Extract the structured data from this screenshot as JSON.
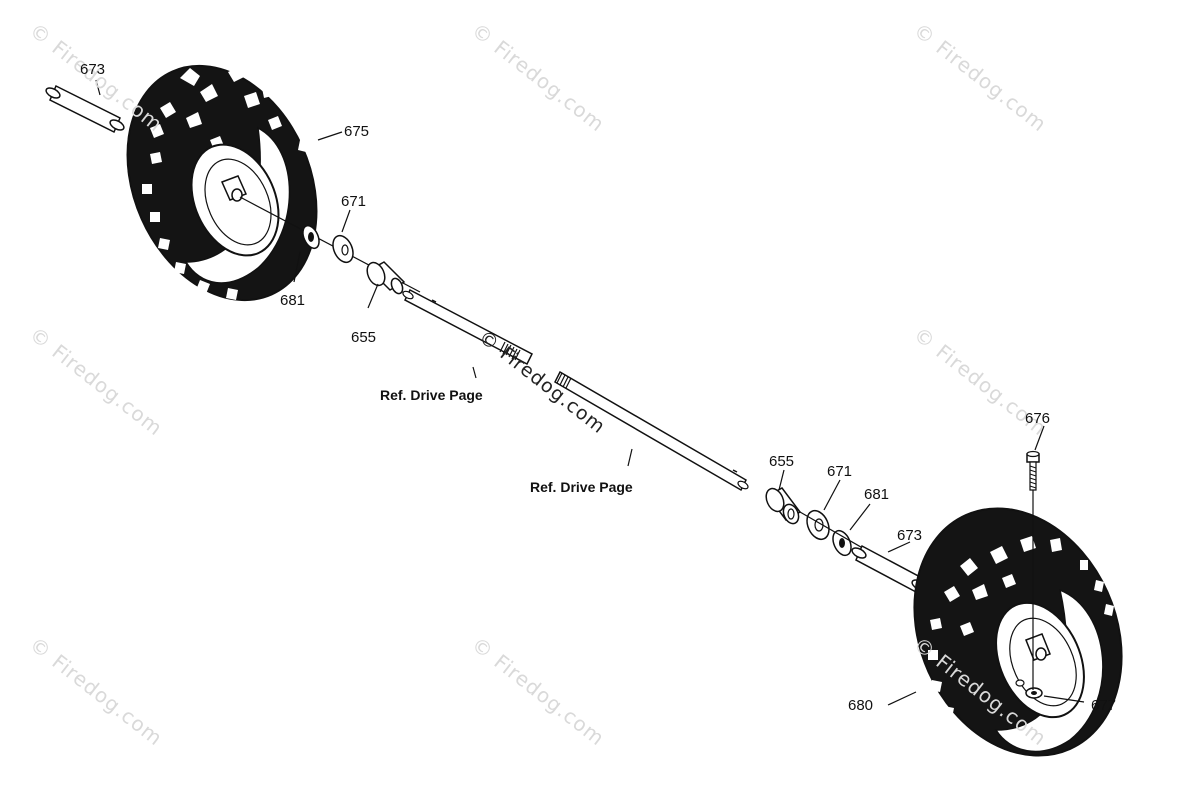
{
  "watermark": {
    "text": "© Firedog.com"
  },
  "part_labels": {
    "p673_left": "673",
    "p675": "675",
    "p671_left": "671",
    "p681_left": "681",
    "p655_left": "655",
    "p676": "676",
    "p655_right": "655",
    "p671_right": "671",
    "p681_right": "681",
    "p673_right": "673",
    "p680": "680",
    "p677": "677"
  },
  "references": {
    "left": "Ref. Drive Page",
    "right": "Ref. Drive Page"
  },
  "colors": {
    "line": "#111111",
    "fill": "#ffffff",
    "watermark": "#d9d9d9"
  }
}
